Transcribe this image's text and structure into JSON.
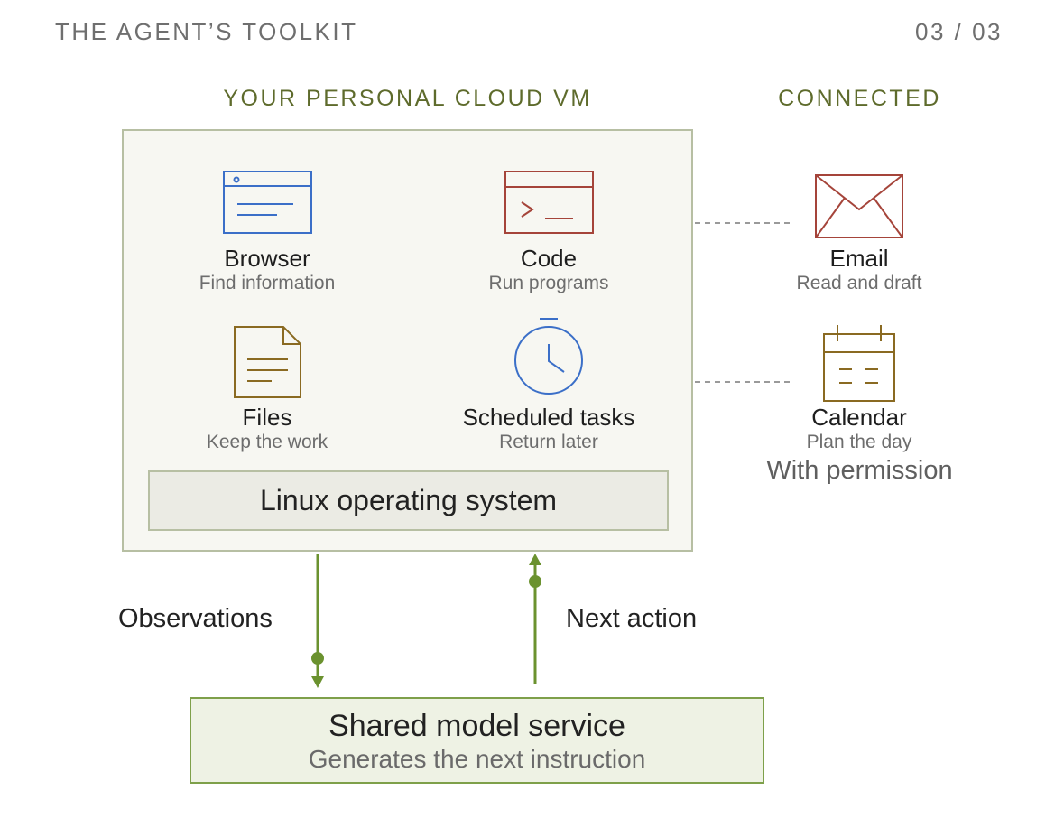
{
  "header": {
    "title": "THE AGENT’S TOOLKIT",
    "page": "03 / 03"
  },
  "vm": {
    "title": "YOUR PERSONAL CLOUD VM",
    "os_label": "Linux operating system",
    "tools": [
      {
        "title": "Browser",
        "subtitle": "Find information",
        "icon": "browser-window-icon",
        "color": "#3b6fc8"
      },
      {
        "title": "Code",
        "subtitle": "Run programs",
        "icon": "terminal-icon",
        "color": "#a5443a"
      },
      {
        "title": "Files",
        "subtitle": "Keep the work",
        "icon": "document-icon",
        "color": "#8a6a22"
      },
      {
        "title": "Scheduled tasks",
        "subtitle": "Return later",
        "icon": "stopwatch-icon",
        "color": "#3b6fc8"
      }
    ]
  },
  "connected": {
    "title": "CONNECTED",
    "apps": [
      {
        "title": "Email",
        "subtitle": "Read and draft",
        "icon": "envelope-icon",
        "color": "#a5443a"
      },
      {
        "title": "Calendar",
        "subtitle": "Plan the day",
        "icon": "calendar-icon",
        "color": "#8a6a22"
      }
    ],
    "note": "With permission"
  },
  "flow": {
    "down_label": "Observations",
    "up_label": "Next action",
    "color": "#6b922f"
  },
  "model": {
    "title": "Shared model service",
    "subtitle": "Generates the next instruction"
  },
  "colors": {
    "accent_text": "#5e6b2c",
    "box_border": "#b7bfa3",
    "arrow": "#6b922f",
    "dashed": "#9a9a9a"
  }
}
